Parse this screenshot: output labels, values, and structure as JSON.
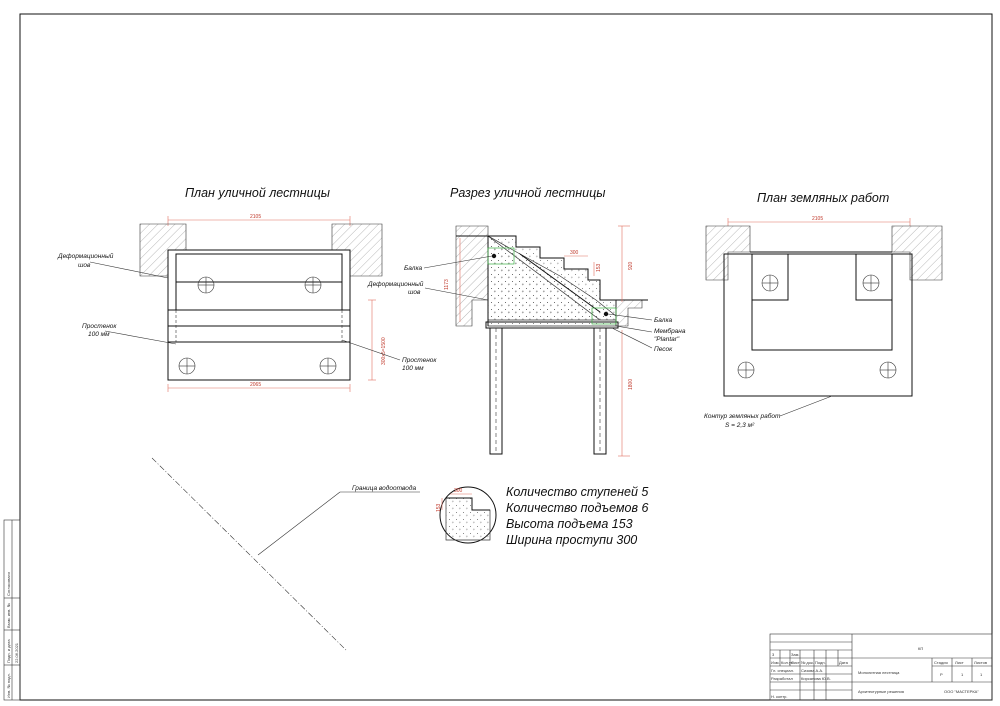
{
  "views": {
    "plan_title": "План уличной лестницы",
    "section_title": "Разрез уличной лестницы",
    "earthwork_title": "План земляных работ"
  },
  "plan": {
    "dim_top": "2105",
    "dim_bottom": "2065",
    "dim_right": "300х5=1500",
    "deformation_joint": [
      "Деформационный",
      "шов"
    ],
    "partition_left": [
      "Простенок",
      "100 мм"
    ],
    "partition_right": [
      "Простенок",
      "100 мм"
    ]
  },
  "section": {
    "dim_tread": "300",
    "dim_riser": "153",
    "dim_left_height": "1173",
    "dim_right_top": "920",
    "dim_right_bottom": "1800",
    "beam_left": "Балка",
    "deformation_joint": [
      "Деформационный",
      "шов"
    ],
    "beam_right": "Балка",
    "membrane": [
      "Мембрана",
      "\"Plantar\""
    ],
    "sand": "Песок"
  },
  "earthwork": {
    "dim_top": "2105",
    "contour": [
      "Контур земляных работ",
      "S = 2,3 м²"
    ]
  },
  "drainage": {
    "label": "Граница водоотвода"
  },
  "stairs_info": {
    "detail_tread": "300",
    "detail_riser": "153",
    "lines": [
      "Количество ступеней 5",
      "Количество подъемов 6",
      "Высота подъема 153",
      "Ширина проступи 300"
    ]
  },
  "title_block": {
    "code": "КП",
    "description": "Монолитная лестница",
    "sheet_name": "Архитектурные решения",
    "company": "ООО \"МАСТЕРКА\"",
    "stage_label": "Стадия",
    "sheet_label": "Лист",
    "sheets_label": "Листов",
    "stage": "Р",
    "sheet": "1",
    "sheets": "1",
    "col_change": "Изм.",
    "col_qty": "Кол.уч",
    "col_sheet": "Лист",
    "col_doc": "№ док.",
    "col_sign": "Подп.",
    "col_date": "Дата",
    "row1_role": "Гл. специал.",
    "row1_name": "Сизова А.А.",
    "row2_role": "Разработал",
    "row2_name": "Кирсанова Ю.В.",
    "row3_role": "Н. контр.",
    "small1": "3",
    "small2": "Зам."
  },
  "side_stamp": {
    "agreed": "Согласовано",
    "inv_no": "Взам. инв. №",
    "sign_date": "Подп. и дата",
    "date": "22.06.2021",
    "inv_orig": "Инв. № подл."
  }
}
